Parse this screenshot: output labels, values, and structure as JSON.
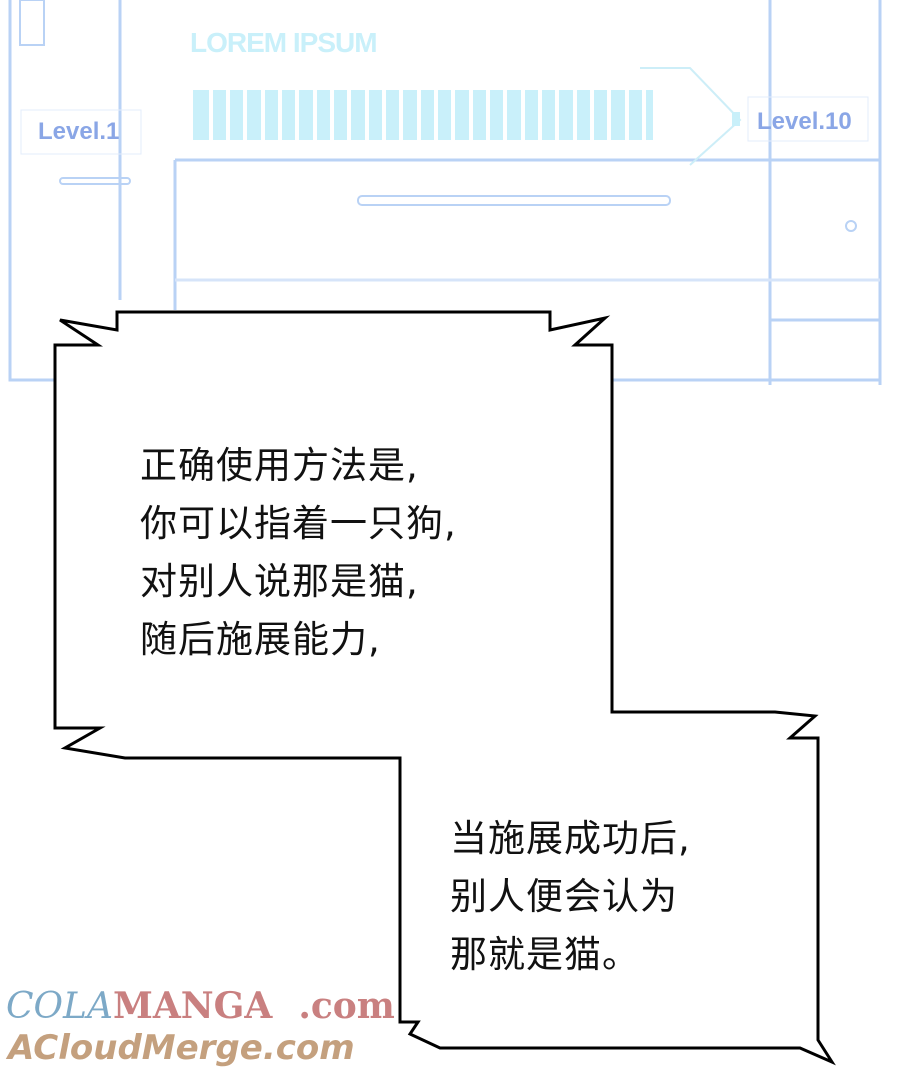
{
  "hud": {
    "title": "LOREM IPSUM",
    "level_start": "Level.1",
    "level_end": "Level.10",
    "accent": "#8aa6e6"
  },
  "bubble1": {
    "lines": [
      "正确使用方法是,",
      "你可以指着一只狗,",
      "对别人说那是猫,",
      "随后施展能力,"
    ]
  },
  "bubble2": {
    "lines": [
      "当施展成功后,",
      "别人便会认为",
      "那就是猫。"
    ]
  },
  "watermark": {
    "cola": "COLA",
    "manga": "MANGA",
    "com": ".com",
    "acloud": "ACloudMerge.com"
  }
}
